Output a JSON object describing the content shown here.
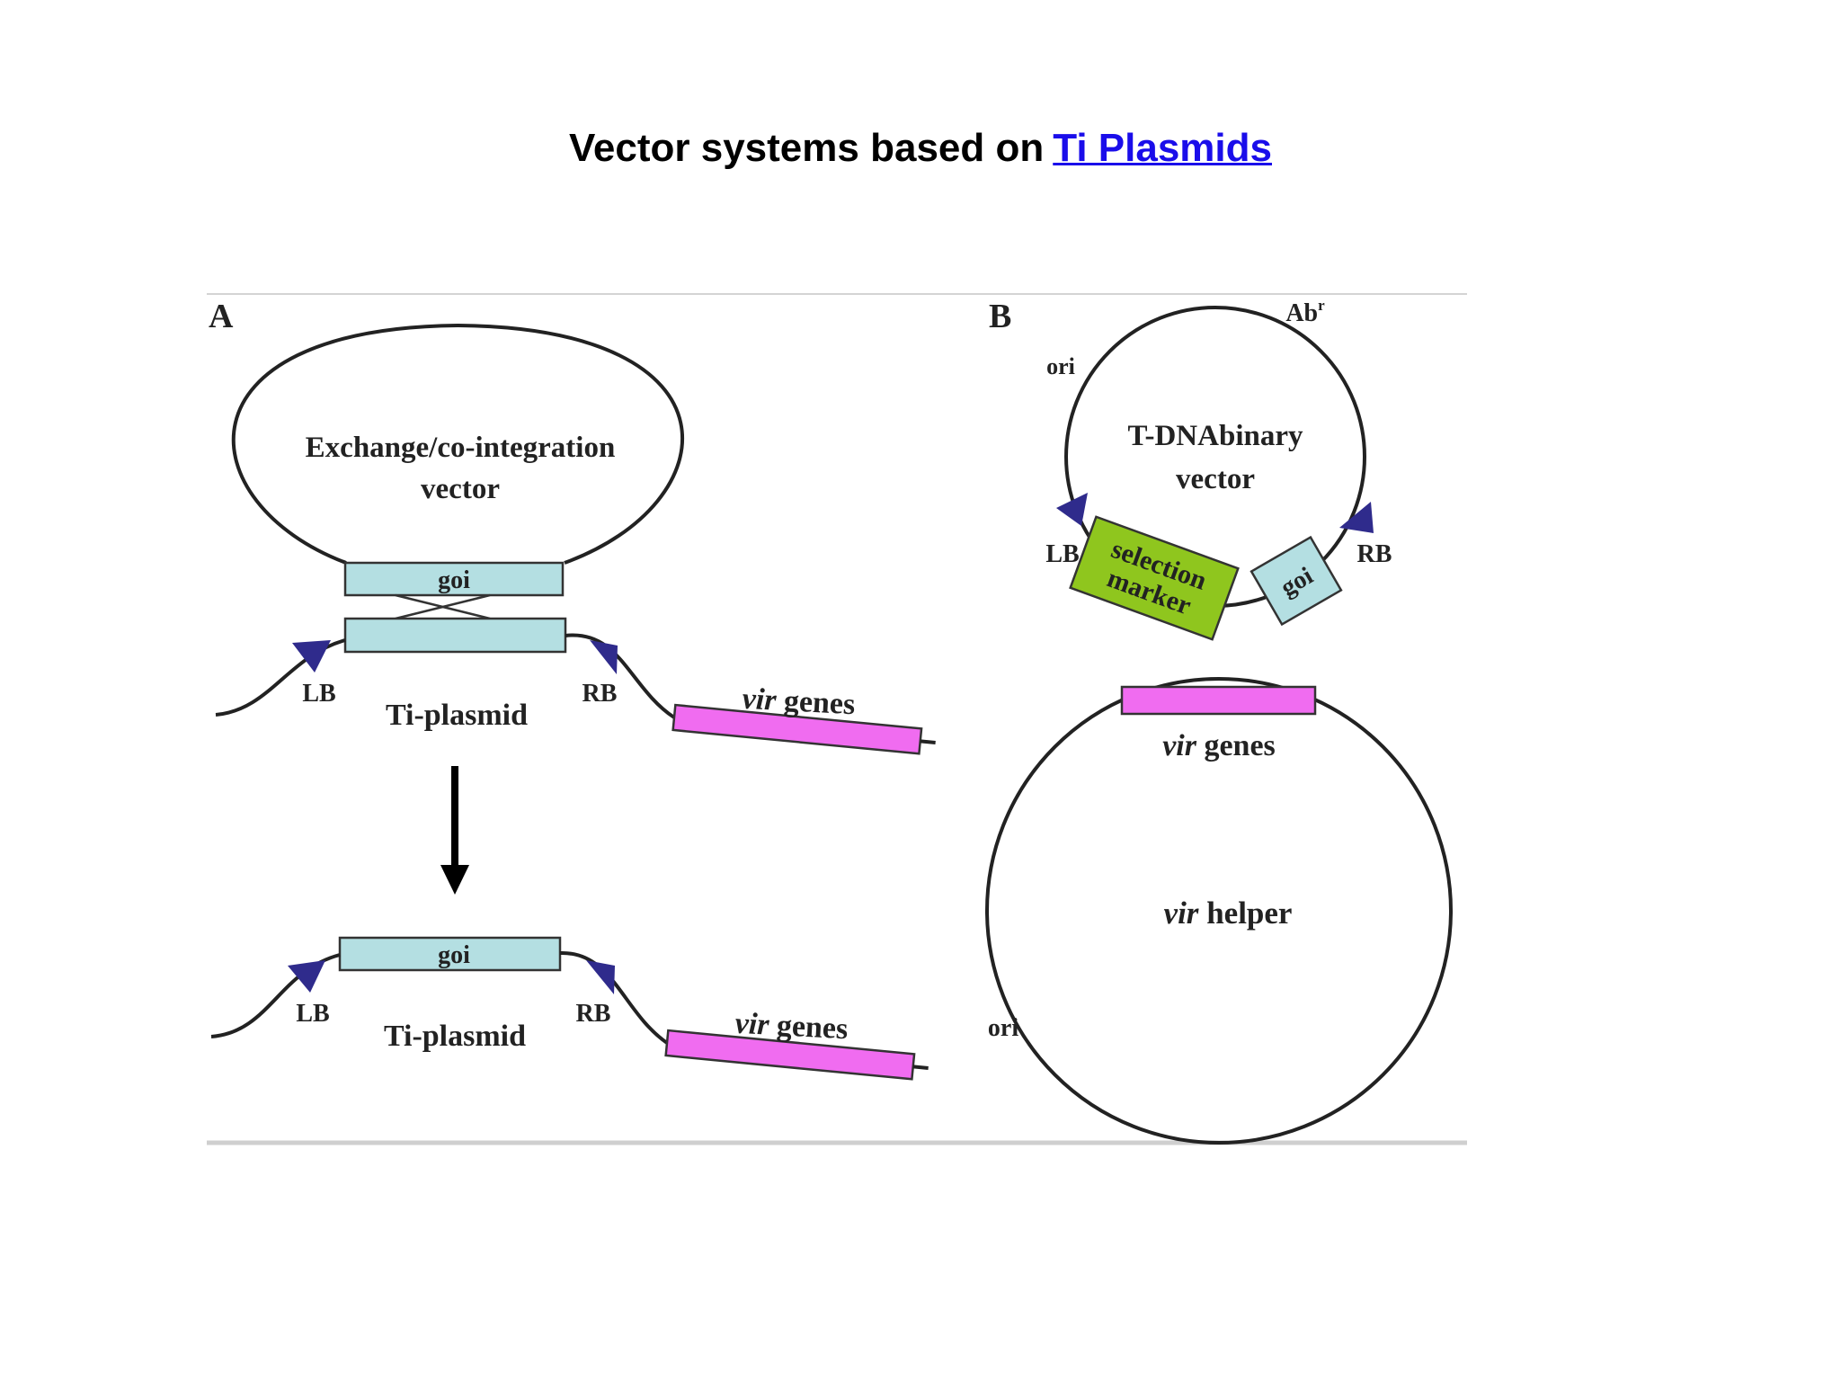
{
  "title": {
    "text": "Vector systems based on",
    "link": "Ti Plasmids"
  },
  "colors": {
    "goi_box": "#b4dfe2",
    "vir_box": "#f06cf0",
    "selection_marker": "#8fc61e",
    "border_arrow": "#2f2b8c",
    "title_link": "#1a0dea"
  },
  "panel_a": {
    "label": "A",
    "exchange_vector": [
      "Exchange/co-integration",
      "vector"
    ],
    "goi": "goi",
    "lb": "LB",
    "rb": "RB",
    "ti_plasmid": "Ti-plasmid",
    "vir_italic": "vir",
    "genes": "genes",
    "result_goi": "goi",
    "result_lb": "LB",
    "result_rb": "RB",
    "result_ti_plasmid": "Ti-plasmid",
    "result_vir_italic": "vir",
    "result_genes": "genes"
  },
  "panel_b": {
    "label": "B",
    "ori_top": "ori",
    "ab": "Ab",
    "ab_sup": "r",
    "binary_vector": [
      "T-DNAbinary",
      "vector"
    ],
    "lb": "LB",
    "rb": "RB",
    "selection_marker": [
      "selection",
      "marker"
    ],
    "goi": "goi",
    "vir_italic": "vir",
    "genes": "genes",
    "helper_italic": "vir",
    "helper": "helper",
    "ori_bottom": "ori"
  }
}
